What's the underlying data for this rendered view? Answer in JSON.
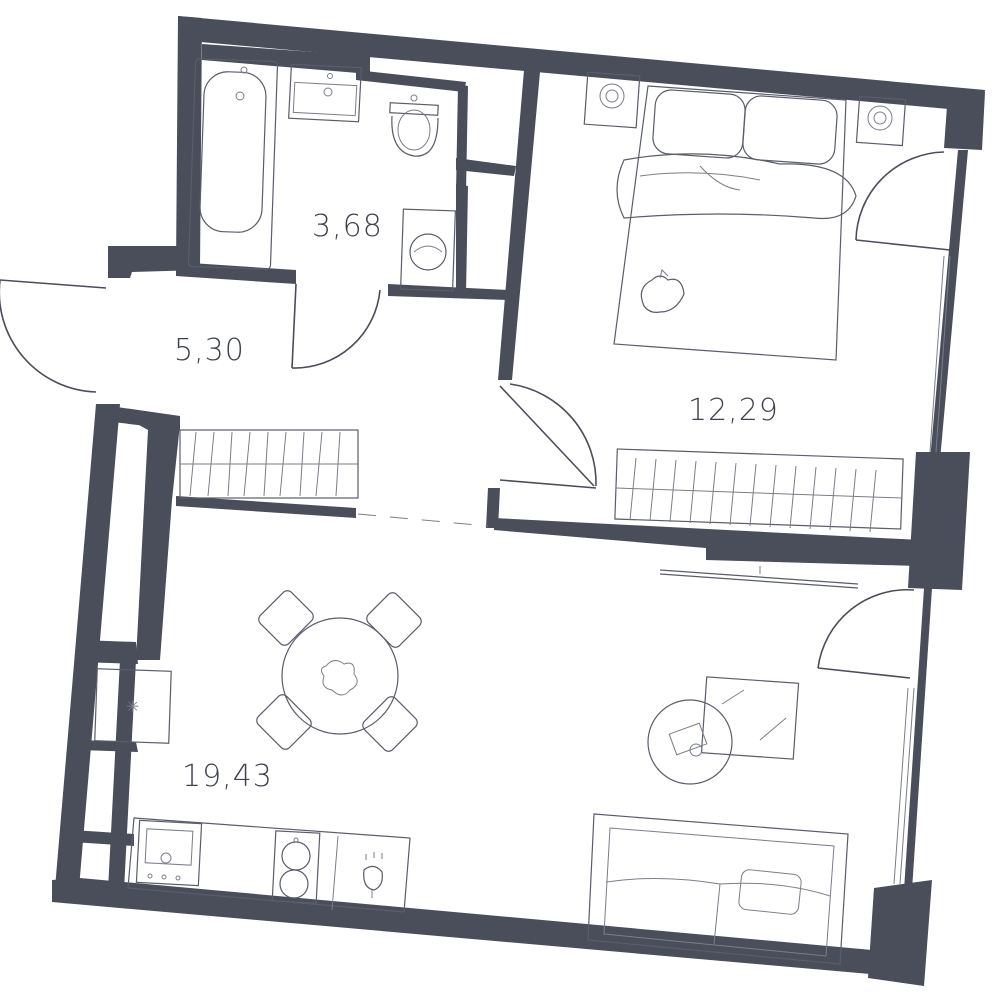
{
  "colors": {
    "wall": "#4a4d5a",
    "line": "#5a5d6a",
    "background": "#ffffff"
  },
  "rooms": [
    {
      "id": "bathroom",
      "area": "3,68"
    },
    {
      "id": "hallway",
      "area": "5,30"
    },
    {
      "id": "bedroom",
      "area": "12,29"
    },
    {
      "id": "living-kitchen",
      "area": "19,43"
    }
  ],
  "icons": [
    "bathtub-icon",
    "sink-icon",
    "toilet-icon",
    "washing-machine-icon",
    "bed-icon",
    "cat-icon",
    "nightstand-icon",
    "wardrobe-icon",
    "dining-table-icon",
    "chair-icon",
    "sofa-icon",
    "coffee-table-icon",
    "tv-icon",
    "stove-icon",
    "kitchen-sink-icon",
    "fridge-icon"
  ]
}
